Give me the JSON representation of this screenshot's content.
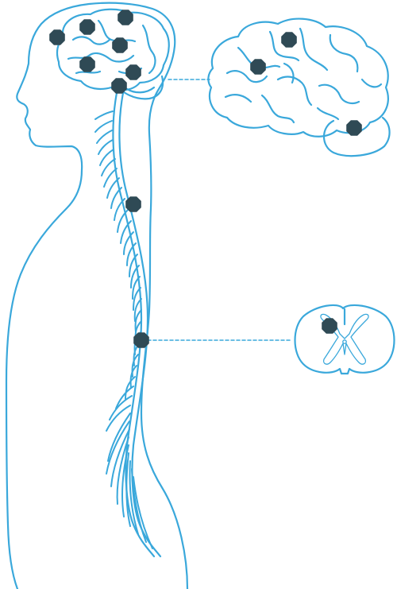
{
  "diagram": {
    "colors": {
      "outline": "#3aa8db",
      "marker": "#2f4a55",
      "background": "#ffffff"
    },
    "figures": [
      {
        "id": "body",
        "label": "",
        "description_icon": "human-silhouette-with-brain-and-spinal-cord"
      },
      {
        "id": "brain-detail",
        "label": "",
        "description_icon": "brain-detail"
      },
      {
        "id": "spinal-cross-section",
        "label": "",
        "description_icon": "spinal-cord-cross-section"
      }
    ],
    "markers": {
      "brain": 7,
      "spine": 2,
      "brain_detail": 3,
      "spinal_section": 1
    }
  }
}
